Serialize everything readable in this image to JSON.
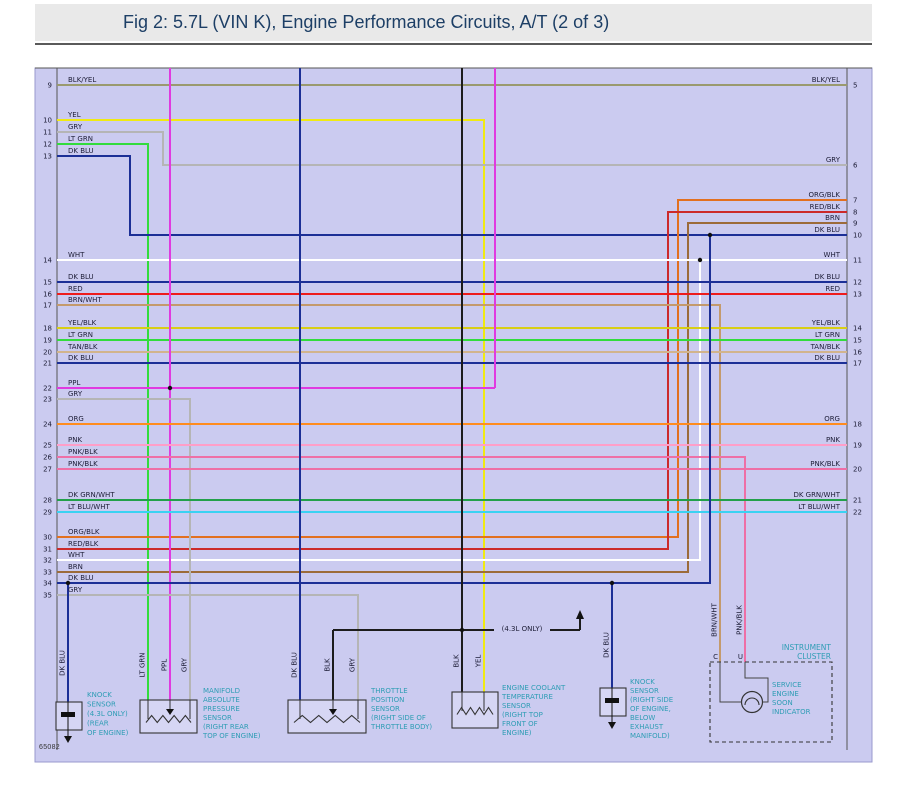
{
  "title": "Fig 2: 5.7L (VIN K), Engine Performance Circuits, A/T (2 of 3)",
  "figure_code": "65082",
  "note_4_3l": "(4.3L ONLY)",
  "colors": {
    "BLK/YEL": "#9a9a6e",
    "YEL": "#f0ea12",
    "GRY": "#b5b5b5",
    "LT GRN": "#32dc3c",
    "DK BLU": "#1c2f96",
    "WHT": "#ffffff",
    "RED": "#ee1c1c",
    "BRN/WHT": "#c49a6c",
    "YEL/BLK": "#d8ce14",
    "TAN/BLK": "#d2b48c",
    "PPL": "#e03ae0",
    "ORG": "#ff8c1e",
    "PNK": "#ff9ec8",
    "PNK/BLK": "#ee6fa6",
    "DK GRN/WHT": "#22a04a",
    "LT BLU/WHT": "#3ad2f2",
    "ORG/BLK": "#e2701f",
    "RED/BLK": "#cc2a2a",
    "BRN": "#9c6b3a",
    "BLK": "#1c1c1c",
    "background": "#cbcbf0",
    "component_label": "#2f9db5",
    "diagram_text": "#20203a",
    "title_text": "#1d3f66"
  },
  "left_pins": [
    {
      "pin": "9",
      "label": "BLK/YEL"
    },
    {
      "pin": "10",
      "label": "YEL"
    },
    {
      "pin": "11",
      "label": "GRY"
    },
    {
      "pin": "12",
      "label": "LT GRN"
    },
    {
      "pin": "13",
      "label": "DK BLU"
    },
    {
      "pin": "14",
      "label": "WHT"
    },
    {
      "pin": "15",
      "label": "DK BLU"
    },
    {
      "pin": "16",
      "label": "RED"
    },
    {
      "pin": "17",
      "label": "BRN/WHT"
    },
    {
      "pin": "18",
      "label": "YEL/BLK"
    },
    {
      "pin": "19",
      "label": "LT GRN"
    },
    {
      "pin": "20",
      "label": "TAN/BLK"
    },
    {
      "pin": "21",
      "label": "DK BLU"
    },
    {
      "pin": "22",
      "label": "PPL"
    },
    {
      "pin": "23",
      "label": "GRY"
    },
    {
      "pin": "24",
      "label": "ORG"
    },
    {
      "pin": "25",
      "label": "PNK"
    },
    {
      "pin": "26",
      "label": "PNK/BLK"
    },
    {
      "pin": "27",
      "label": "PNK/BLK"
    },
    {
      "pin": "28",
      "label": "DK GRN/WHT"
    },
    {
      "pin": "29",
      "label": "LT BLU/WHT"
    },
    {
      "pin": "30",
      "label": "ORG/BLK"
    },
    {
      "pin": "31",
      "label": "RED/BLK"
    },
    {
      "pin": "32",
      "label": "WHT"
    },
    {
      "pin": "33",
      "label": "BRN"
    },
    {
      "pin": "34",
      "label": "DK BLU"
    },
    {
      "pin": "35",
      "label": "GRY"
    }
  ],
  "right_pins": [
    {
      "pin": "5",
      "label": "BLK/YEL"
    },
    {
      "pin": "6",
      "label": "GRY"
    },
    {
      "pin": "7",
      "label": "ORG/BLK"
    },
    {
      "pin": "8",
      "label": "RED/BLK"
    },
    {
      "pin": "9",
      "label": "BRN"
    },
    {
      "pin": "10",
      "label": "DK BLU"
    },
    {
      "pin": "11",
      "label": "WHT"
    },
    {
      "pin": "12",
      "label": "DK BLU"
    },
    {
      "pin": "13",
      "label": "RED"
    },
    {
      "pin": "14",
      "label": "YEL/BLK"
    },
    {
      "pin": "15",
      "label": "LT GRN"
    },
    {
      "pin": "16",
      "label": "TAN/BLK"
    },
    {
      "pin": "17",
      "label": "DK BLU"
    },
    {
      "pin": "18",
      "label": "ORG"
    },
    {
      "pin": "19",
      "label": "PNK"
    },
    {
      "pin": "20",
      "label": "PNK/BLK"
    },
    {
      "pin": "21",
      "label": "DK GRN/WHT"
    },
    {
      "pin": "22",
      "label": "LT BLU/WHT"
    }
  ],
  "vertical_labels": [
    "DK BLU",
    "LT GRN",
    "PPL",
    "GRY",
    "DK BLU",
    "BLK",
    "GRY",
    "BLK",
    "YEL",
    "DK BLU",
    "BRN/WHT",
    "PNK/BLK"
  ],
  "components": [
    {
      "name": "knock-sensor-1",
      "lines": [
        "KNOCK",
        "SENSOR",
        "(4.3L ONLY)",
        "(REAR",
        "OF ENGINE)"
      ]
    },
    {
      "name": "map-sensor",
      "lines": [
        "MANIFOLD",
        "ABSOLUTE",
        "PRESSURE",
        "SENSOR",
        "(RIGHT REAR",
        "TOP OF ENGINE)"
      ]
    },
    {
      "name": "throttle-position-sensor",
      "lines": [
        "THROTTLE",
        "POSITION",
        "SENSOR",
        "(RIGHT SIDE OF",
        "THROTTLE BODY)"
      ]
    },
    {
      "name": "ect-sensor",
      "lines": [
        "ENGINE COOLANT",
        "TEMPERATURE",
        "SENSOR",
        "(RIGHT TOP",
        "FRONT OF",
        "ENGINE)"
      ]
    },
    {
      "name": "knock-sensor-2",
      "lines": [
        "KNOCK",
        "SENSOR",
        "(RIGHT SIDE",
        "OF ENGINE,",
        "BELOW",
        "EXHAUST",
        "MANIFOLD)"
      ]
    }
  ],
  "cluster": {
    "title_lines": [
      "INSTRUMENT",
      "CLUSTER"
    ],
    "terminals": [
      "C",
      "U"
    ],
    "indicator_lines": [
      "SERVICE",
      "ENGINE",
      "SOON",
      "INDICATOR"
    ]
  }
}
